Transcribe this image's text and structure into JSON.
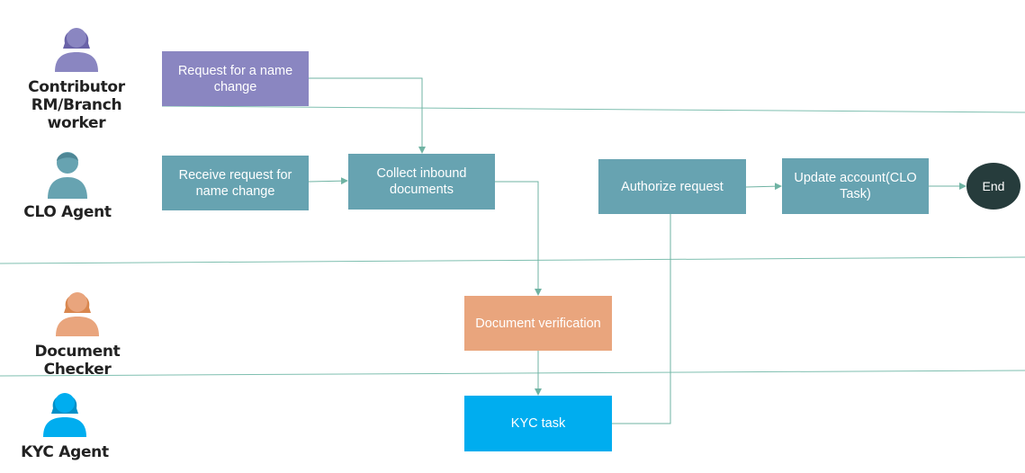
{
  "colors": {
    "contributor": "#8a86c1",
    "clo_agent": "#67a3b1",
    "document_checker": "#e9a57d",
    "kyc_agent": "#00adef",
    "end_node": "#263c3c",
    "connector": "#7fbfb0"
  },
  "lanes": [
    {
      "label": "Contributor\nRM/Branch worker",
      "icon": "woman-avatar-icon"
    },
    {
      "label": "CLO Agent",
      "icon": "man-avatar-icon"
    },
    {
      "label": "Document Checker",
      "icon": "woman-avatar-icon"
    },
    {
      "label": "KYC Agent",
      "icon": "woman-avatar-icon"
    }
  ],
  "nodes": {
    "request_name_change": "Request for a name change",
    "receive_request": "Receive request for name change",
    "collect_documents": "Collect inbound documents",
    "authorize_request": "Authorize request",
    "update_account": "Update account(CLO Task)",
    "end": "End",
    "document_verification": "Document verification",
    "kyc_task": "KYC task"
  }
}
